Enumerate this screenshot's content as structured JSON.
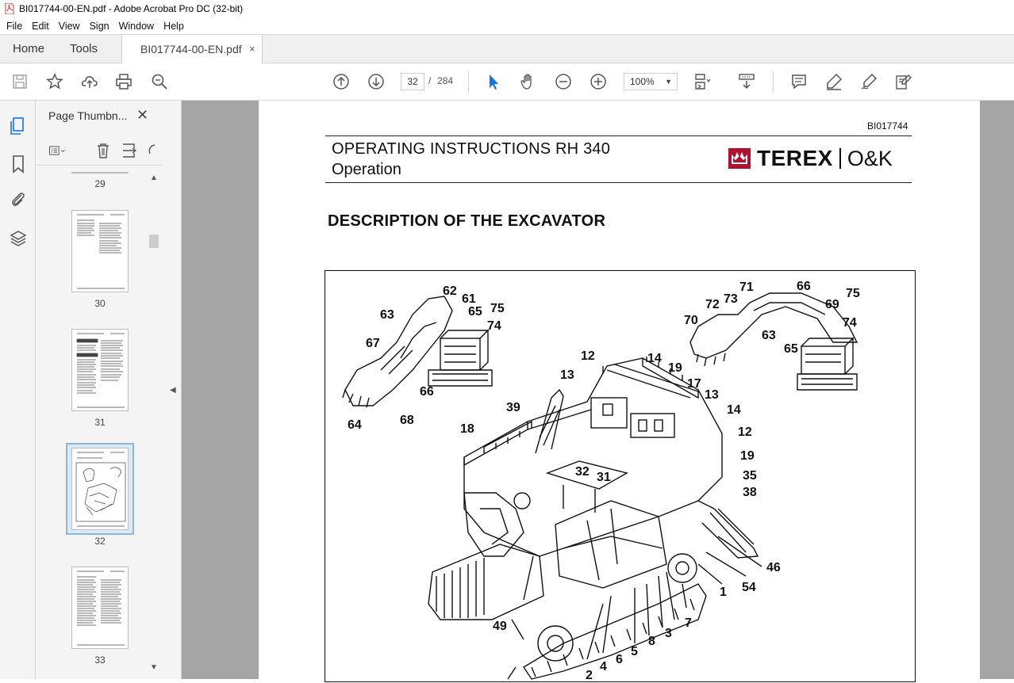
{
  "window": {
    "title": "BI017744-00-EN.pdf - Adobe Acrobat Pro DC (32-bit)"
  },
  "menu": [
    "File",
    "Edit",
    "View",
    "Sign",
    "Window",
    "Help"
  ],
  "tabs": {
    "home": "Home",
    "tools": "Tools",
    "document": "BI017744-00-EN.pdf",
    "close_symbol": "×"
  },
  "toolbar": {
    "current_page": "32",
    "page_separator": "/",
    "total_pages": "284",
    "zoom": "100%",
    "icons": [
      "save-icon",
      "star-icon",
      "upload-icon",
      "print-icon",
      "find-zoom-icon",
      "page-up-icon",
      "page-down-icon",
      "select-arrow-icon",
      "hand-icon",
      "zoom-out-icon",
      "zoom-in-icon",
      "fit-page-icon",
      "scroll-mode-icon",
      "comment-icon",
      "highlight-icon",
      "sign-icon",
      "edit-pdf-icon"
    ]
  },
  "sidebar": {
    "panel_title": "Page Thumbn...",
    "close_symbol": "✕",
    "thumbnails": [
      {
        "number": "29"
      },
      {
        "number": "30"
      },
      {
        "number": "31"
      },
      {
        "number": "32",
        "selected": true
      },
      {
        "number": "33"
      }
    ]
  },
  "document": {
    "doc_id": "BI017744",
    "header_line1": "OPERATING INSTRUCTIONS RH 340",
    "header_line2": "Operation",
    "logo_brand": "TEREX",
    "logo_brand2": "O&K",
    "section_title": "DESCRIPTION OF THE EXCAVATOR",
    "figure_callouts": [
      "62",
      "61",
      "65",
      "75",
      "63",
      "74",
      "67",
      "66",
      "64",
      "68",
      "71",
      "66",
      "72",
      "73",
      "75",
      "70",
      "69",
      "63",
      "74",
      "65",
      "12",
      "14",
      "19",
      "13",
      "17",
      "13",
      "39",
      "14",
      "18",
      "12",
      "19",
      "32",
      "31",
      "35",
      "38",
      "46",
      "54",
      "1",
      "49",
      "7",
      "3",
      "8",
      "5",
      "6",
      "4",
      "2"
    ]
  },
  "colors": {
    "accent": "#e0332d",
    "select_highlight": "#dbe9f7",
    "doc_background": "#a5a5a5"
  }
}
